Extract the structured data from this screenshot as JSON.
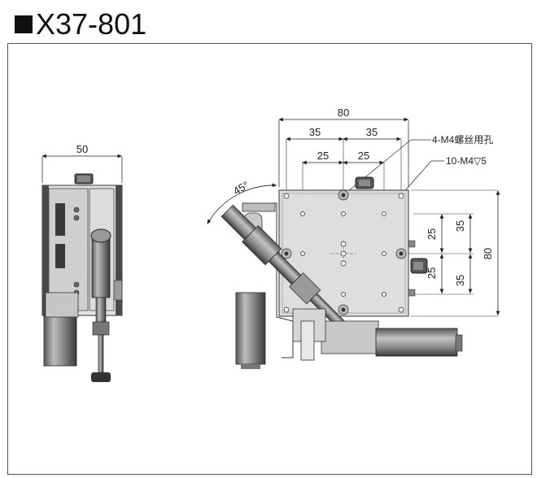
{
  "title": "X37-801",
  "side_view": {
    "width_dim": "50"
  },
  "top_view": {
    "angle": "45°",
    "dims_top": {
      "overall": "80",
      "left_35": "35",
      "right_35": "35",
      "left_25": "25",
      "right_25": "25"
    },
    "dims_right": {
      "upper_25": "25",
      "lower_25": "25",
      "upper_35": "35",
      "lower_35": "35",
      "overall": "80"
    },
    "callouts": {
      "holes_a": "4-M4螺丝用孔",
      "holes_b": "10-M4▽5"
    }
  },
  "colors": {
    "line": "#333333",
    "metal": "#8a8a8a",
    "dark": "#3c3c3c"
  }
}
